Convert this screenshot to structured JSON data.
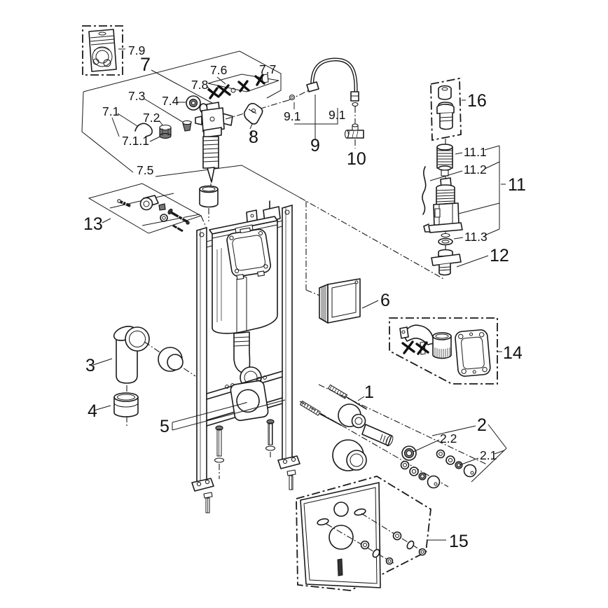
{
  "diagram": {
    "kind": "exploded-parts-diagram",
    "background_color": "#ffffff",
    "line_color": "#1a1a1a",
    "labels": {
      "p1": "1",
      "p2": "2",
      "p2_1": "2.1",
      "p2_2": "2.2",
      "p3": "3",
      "p4": "4",
      "p5": "5",
      "p6": "6",
      "p7": "7",
      "p7_1": "7.1",
      "p7_1_1": "7.1.1",
      "p7_2": "7.2",
      "p7_3": "7.3",
      "p7_4": "7.4",
      "p7_5": "7.5",
      "p7_6": "7.6",
      "p7_7": "7.7",
      "p7_8": "7.8",
      "p7_9": "7.9",
      "p8": "8",
      "p9": "9",
      "p9_1a": "9.1",
      "p9_1b": "9.1",
      "p10": "10",
      "p11": "11",
      "p11_1": "11.1",
      "p11_2": "11.2",
      "p11_3": "11.3",
      "p12": "12",
      "p13": "13",
      "p14": "14",
      "p15": "15",
      "p16": "16"
    }
  }
}
